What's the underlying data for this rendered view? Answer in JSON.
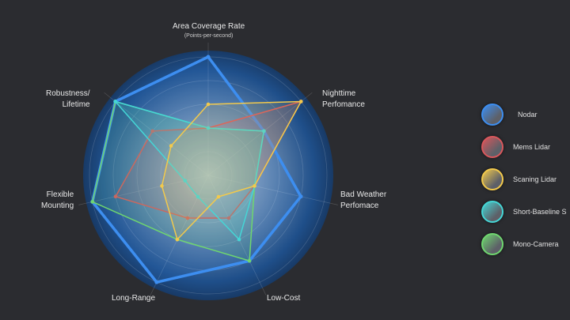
{
  "chart_data": {
    "type": "radar",
    "title": "",
    "axes": [
      {
        "label": "Area Coverage Rate",
        "sub": "(Points-per-second)"
      },
      {
        "label": "Nighttime Perfomance"
      },
      {
        "label": "Bad Weather Perfomace"
      },
      {
        "label": "Low-Cost"
      },
      {
        "label": "Long-Range"
      },
      {
        "label": "Flexible Mounting"
      },
      {
        "label": "Robustness/ Lifetime"
      }
    ],
    "range": [
      0,
      5
    ],
    "grid": true,
    "legend_position": "right",
    "series": [
      {
        "name": "Nodar",
        "color": "#3d8ef0",
        "values": [
          5,
          3,
          4,
          4,
          5,
          5,
          5
        ]
      },
      {
        "name": "Mems Lidar",
        "color": "#d9575c",
        "values": [
          2,
          5,
          2,
          2,
          2,
          4,
          3
        ]
      },
      {
        "name": "Scaning Lidar",
        "color": "#f2c94c",
        "values": [
          3,
          5,
          2,
          1,
          3,
          2,
          2
        ]
      },
      {
        "name": "Short-Baseline S",
        "color": "#45d6d6",
        "values": [
          2,
          3,
          2,
          3,
          1,
          1,
          5
        ]
      },
      {
        "name": "Mono-Camera",
        "color": "#6fd66f",
        "values": [
          2,
          3,
          2,
          4,
          3,
          5,
          5
        ]
      }
    ]
  }
}
